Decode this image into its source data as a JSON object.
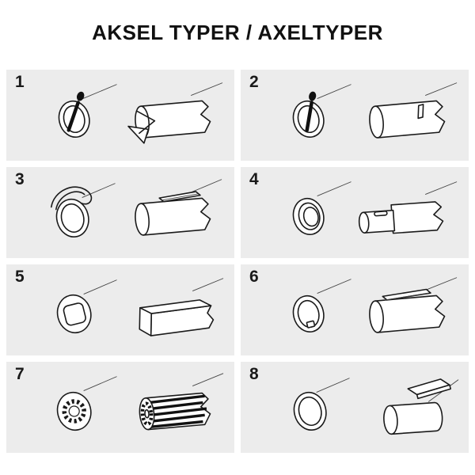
{
  "title": "AKSEL TYPER / AXELTYPER",
  "colors": {
    "background": "#ffffff",
    "cell_background": "#ececec",
    "line": "#1a1a1a"
  },
  "cells": [
    {
      "number": "1",
      "drawing": "bolt-ring-and-slotted-fork-shaft"
    },
    {
      "number": "2",
      "drawing": "bolt-ring-and-pin-hole-shaft"
    },
    {
      "number": "3",
      "drawing": "clip-tube-and-keyed-shaft"
    },
    {
      "number": "4",
      "drawing": "tube-and-stepped-slotted-shaft"
    },
    {
      "number": "5",
      "drawing": "square-bore-tube-and-square-shaft"
    },
    {
      "number": "6",
      "drawing": "keyway-bore-tube-and-keyed-shaft"
    },
    {
      "number": "7",
      "drawing": "splined-bore-tube-and-splined-shaft"
    },
    {
      "number": "8",
      "drawing": "plain-tube-and-shaft-with-wedge-key"
    }
  ]
}
